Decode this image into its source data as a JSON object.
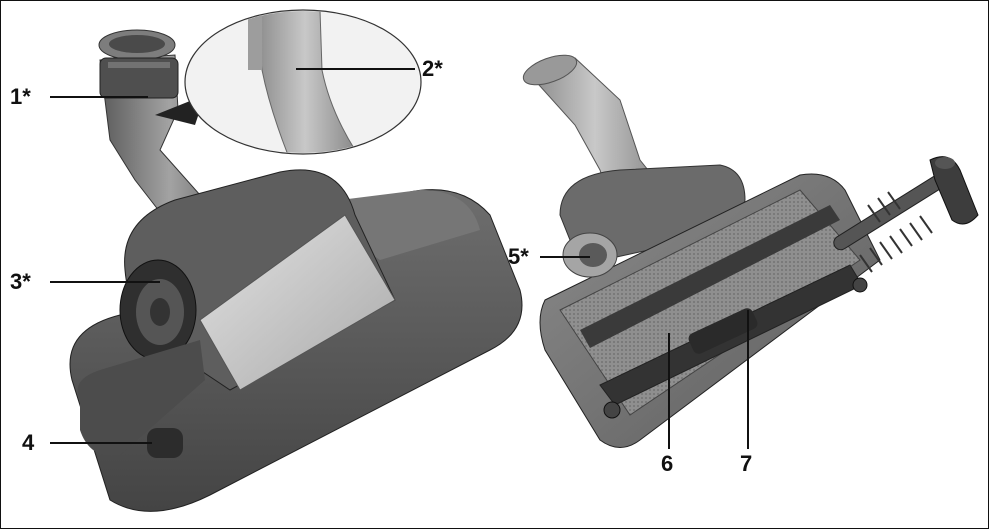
{
  "callouts": [
    {
      "id": "1",
      "label": "1*"
    },
    {
      "id": "2",
      "label": "2*"
    },
    {
      "id": "3",
      "label": "3*"
    },
    {
      "id": "4",
      "label": "4"
    },
    {
      "id": "5",
      "label": "5*"
    },
    {
      "id": "6",
      "label": "6"
    },
    {
      "id": "7",
      "label": "7"
    }
  ],
  "colors": {
    "background": "#ffffff",
    "body_dark": "#5a5a5a",
    "body_mid": "#7a7a7a",
    "body_light": "#a8a8a8",
    "plate": "#c9c9c9",
    "outline": "#111111"
  },
  "icons": [
    "turbo-brush-front-illustration",
    "turbo-brush-underside-illustration",
    "magnifier-inset"
  ]
}
